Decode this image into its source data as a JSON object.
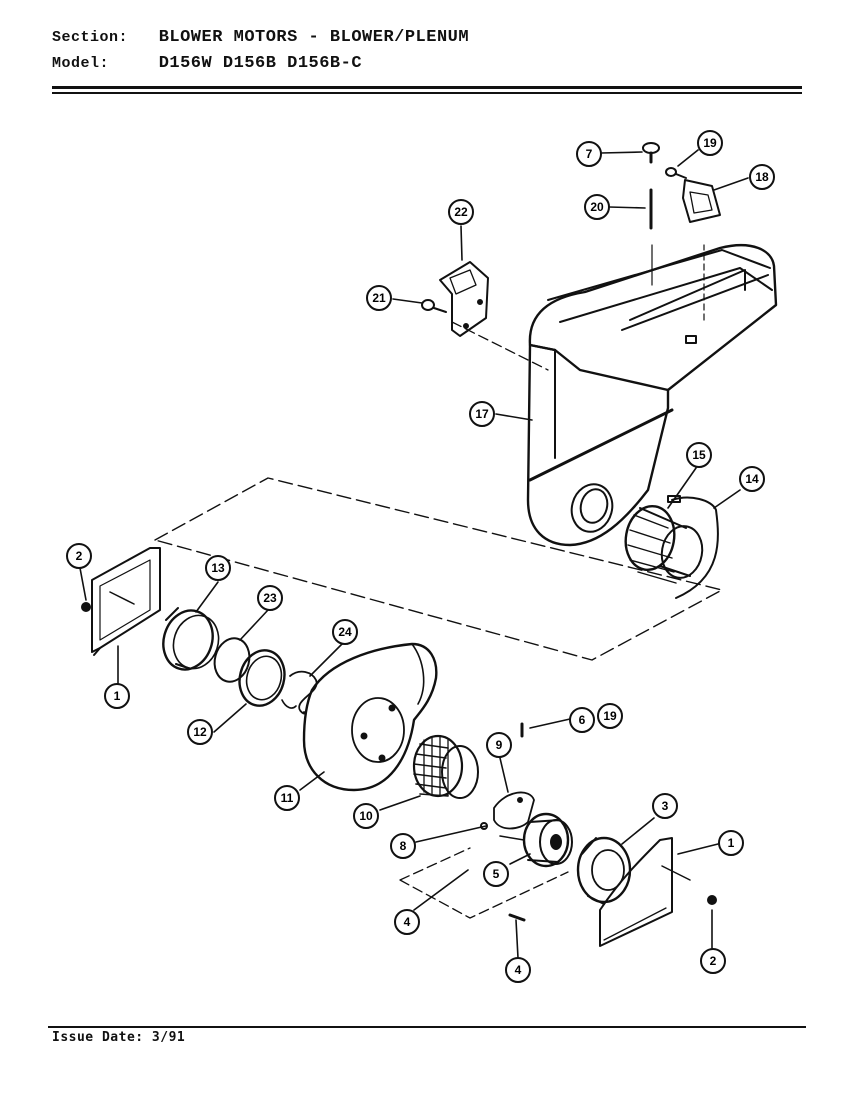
{
  "header": {
    "section_label": "Section:",
    "section_value": "BLOWER MOTORS - BLOWER/PLENUM",
    "model_label": "Model:",
    "model_value": "D156W  D156B  D156B-C"
  },
  "footer": {
    "issue_date": "Issue Date: 3/91"
  },
  "callouts": [
    {
      "id": "c7",
      "label": "7"
    },
    {
      "id": "c19a",
      "label": "19"
    },
    {
      "id": "c18",
      "label": "18"
    },
    {
      "id": "c20",
      "label": "20"
    },
    {
      "id": "c22",
      "label": "22"
    },
    {
      "id": "c21",
      "label": "21"
    },
    {
      "id": "c17",
      "label": "17"
    },
    {
      "id": "c15",
      "label": "15"
    },
    {
      "id": "c14",
      "label": "14"
    },
    {
      "id": "c2a",
      "label": "2"
    },
    {
      "id": "c13",
      "label": "13"
    },
    {
      "id": "c23",
      "label": "23"
    },
    {
      "id": "c24",
      "label": "24"
    },
    {
      "id": "c1a",
      "label": "1"
    },
    {
      "id": "c12",
      "label": "12"
    },
    {
      "id": "c6",
      "label": "6"
    },
    {
      "id": "c19b",
      "label": "19"
    },
    {
      "id": "c9",
      "label": "9"
    },
    {
      "id": "c3",
      "label": "3"
    },
    {
      "id": "c11",
      "label": "11"
    },
    {
      "id": "c10",
      "label": "10"
    },
    {
      "id": "c1b",
      "label": "1"
    },
    {
      "id": "c8",
      "label": "8"
    },
    {
      "id": "c5",
      "label": "5"
    },
    {
      "id": "c4a",
      "label": "4"
    },
    {
      "id": "c2b",
      "label": "2"
    },
    {
      "id": "c4b",
      "label": "4"
    }
  ]
}
